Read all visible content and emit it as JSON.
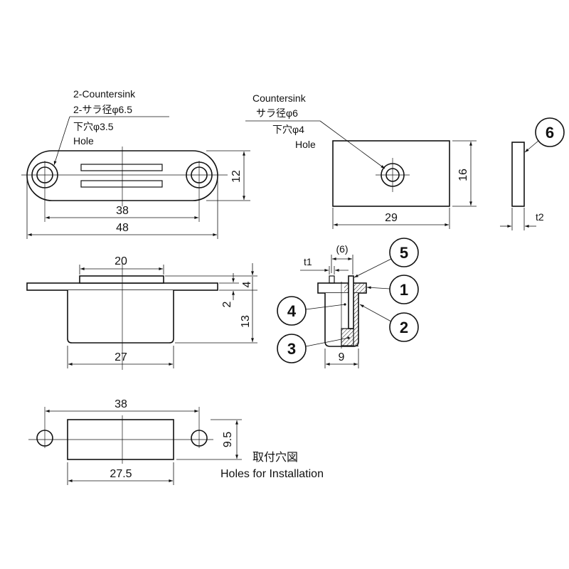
{
  "top_left_view": {
    "callout": [
      "2-Countersink",
      "2-サラ径φ6.5",
      "下穴φ3.5",
      "Hole"
    ],
    "dims": {
      "height": "12",
      "hole_pitch": "38",
      "overall_length": "48"
    }
  },
  "top_right_view": {
    "callout": [
      "Countersink",
      "サラ径φ6",
      "下穴φ4",
      "Hole"
    ],
    "dims": {
      "height": "16",
      "width": "29"
    }
  },
  "part6_view": {
    "balloon": "6",
    "thickness": "t2"
  },
  "front_view": {
    "dims": {
      "top_width": "20",
      "body_width": "27",
      "flange": "4",
      "step": "2",
      "depth": "13"
    }
  },
  "section_view": {
    "dims": {
      "t1": "t1",
      "gap": "(6)",
      "width": "9"
    },
    "balloons": [
      "5",
      "1",
      "4",
      "2",
      "3"
    ]
  },
  "install_view": {
    "dims": {
      "hole_pitch": "38",
      "cutout_width": "27.5",
      "cutout_height": "9.5"
    },
    "title_jp": "取付穴図",
    "title_en": "Holes for Installation"
  }
}
